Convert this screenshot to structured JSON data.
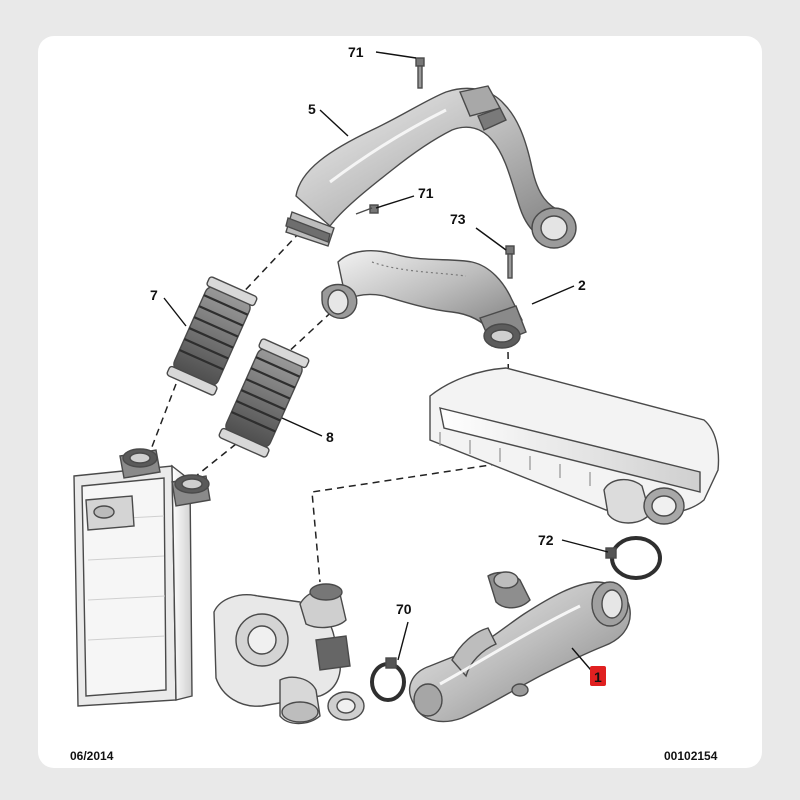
{
  "callouts": {
    "c71_top": "71",
    "c5": "5",
    "c71_mid": "71",
    "c73": "73",
    "c2": "2",
    "c7": "7",
    "c8": "8",
    "c72": "72",
    "c70": "70",
    "c1": "1"
  },
  "footer": {
    "date": "06/2014",
    "ref": "00102154"
  },
  "colors": {
    "highlight": "#e02020",
    "part_fill": "#dcdcdc",
    "part_dark": "#8f8f8f"
  }
}
